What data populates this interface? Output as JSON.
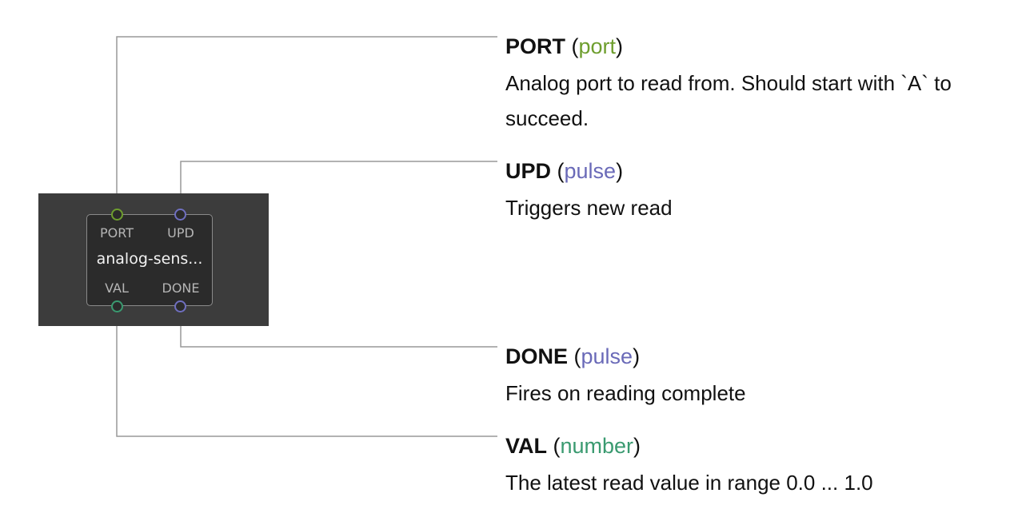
{
  "node": {
    "title": "analog-sens...",
    "panel_color": "#3c3c3c",
    "body_color": "#2b2b2b"
  },
  "pins": {
    "port": {
      "label": "PORT",
      "color": "#6e9e2e"
    },
    "upd": {
      "label": "UPD",
      "color": "#6f6fc0"
    },
    "val": {
      "label": "VAL",
      "color": "#3a9a70"
    },
    "done": {
      "label": "DONE",
      "color": "#6f6fc0"
    }
  },
  "docs": {
    "port": {
      "name": "PORT",
      "type": "port",
      "type_color": "#6e9e2e",
      "description": "Analog port to read from. Should start with `A` to succeed."
    },
    "upd": {
      "name": "UPD",
      "type": "pulse",
      "type_color": "#6a6ab8",
      "description": "Triggers new read"
    },
    "done": {
      "name": "DONE",
      "type": "pulse",
      "type_color": "#6a6ab8",
      "description": "Fires on reading complete"
    },
    "val": {
      "name": "VAL",
      "type": "number",
      "type_color": "#3a9a70",
      "description": "The latest read value in range 0.0 ... 1.0"
    }
  },
  "colors": {
    "wire": "#999999"
  }
}
